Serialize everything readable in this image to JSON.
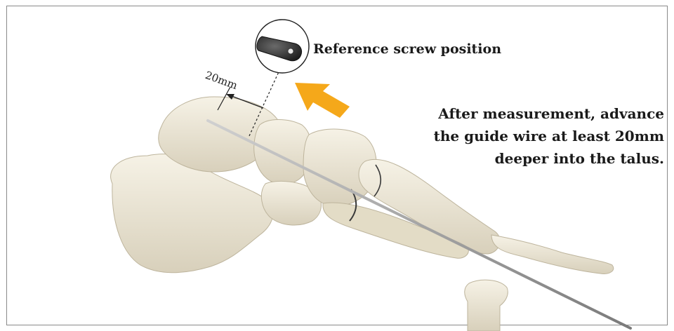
{
  "reference_label": "Reference screw position",
  "dimension_label": "20mm",
  "instruction_lines": [
    "After measurement, advance",
    "the guide wire at least 20mm",
    "deeper into the talus."
  ],
  "colors": {
    "arrow": "#f5a81a",
    "bone": "#ece7d6",
    "bone_shade": "#c9c1aa",
    "wire": "#9a9a9a",
    "screw": "#3c3c3c",
    "border": "#8a8a8a"
  },
  "icons": [
    "magnifier-circle",
    "screw-head",
    "advance-arrow"
  ]
}
